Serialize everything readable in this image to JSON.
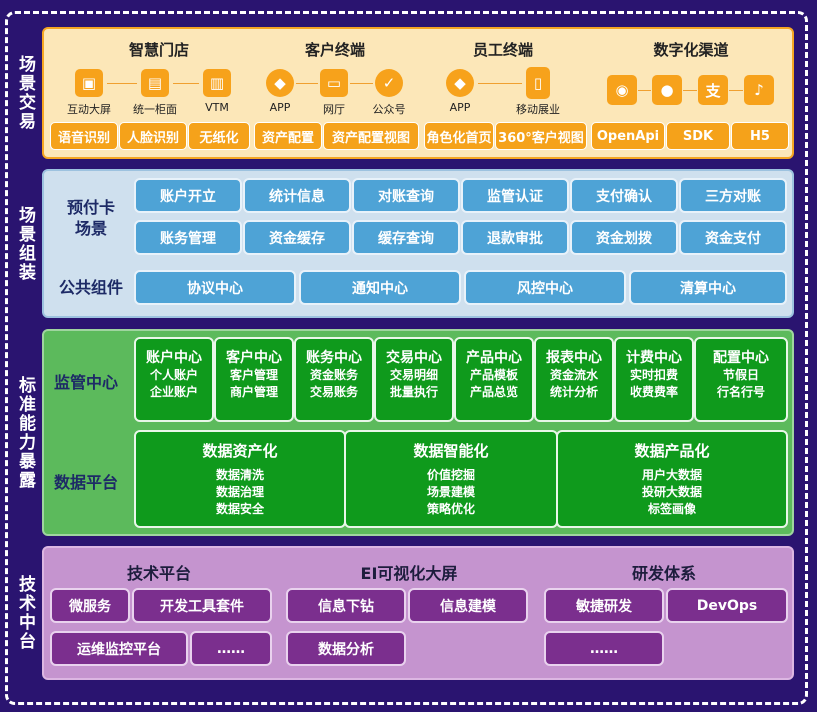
{
  "side_labels": {
    "s1": "场景交易",
    "s2": "场景组装",
    "s3": "标准能力暴露",
    "s4": "技术中台"
  },
  "s1": {
    "groups": [
      {
        "title": "智慧门店",
        "items": [
          {
            "icon": "screen-icon",
            "glyph": "▣",
            "label": "互动大屏"
          },
          {
            "icon": "counter-icon",
            "glyph": "▤",
            "label": "统一柜面"
          },
          {
            "icon": "vtm-icon",
            "glyph": "▥",
            "label": "VTM"
          }
        ]
      },
      {
        "title": "客户终端",
        "items": [
          {
            "icon": "cube-icon",
            "glyph": "◆",
            "label": "APP"
          },
          {
            "icon": "monitor-icon",
            "glyph": "▭",
            "label": "网厅"
          },
          {
            "icon": "badge-icon",
            "glyph": "✓",
            "label": "公众号"
          }
        ]
      },
      {
        "title": "员工终端",
        "items": [
          {
            "icon": "cube-icon",
            "glyph": "◆",
            "label": "APP"
          },
          {
            "icon": "mobile-icon",
            "glyph": "▯",
            "label": "移动展业"
          }
        ]
      },
      {
        "title": "数字化渠道",
        "items": [
          {
            "icon": "weibo-icon",
            "glyph": "◉",
            "label": ""
          },
          {
            "icon": "wechat-icon",
            "glyph": "●",
            "label": ""
          },
          {
            "icon": "alipay-icon",
            "glyph": "支",
            "label": ""
          },
          {
            "icon": "tiktok-icon",
            "glyph": "♪",
            "label": ""
          }
        ]
      }
    ],
    "buttons": [
      "语音识别",
      "人脸识别",
      "无纸化",
      "资产配置",
      "资产配置视图",
      "角色化首页",
      "360°客户视图",
      "OpenApi",
      "SDK",
      "H5"
    ]
  },
  "s2": {
    "prepaid_label": "预付卡\n场景",
    "row1": [
      "账户开立",
      "统计信息",
      "对账查询",
      "监管认证",
      "支付确认",
      "三方对账"
    ],
    "row2": [
      "账务管理",
      "资金缓存",
      "缓存查询",
      "退款审批",
      "资金划拨",
      "资金支付"
    ],
    "common_label": "公共组件",
    "row3": [
      "协议中心",
      "通知中心",
      "风控中心",
      "清算中心"
    ]
  },
  "s3": {
    "reg_label": "监管中心",
    "centers": [
      {
        "title": "账户中心",
        "lines": [
          "个人账户",
          "企业账户"
        ]
      },
      {
        "title": "客户中心",
        "lines": [
          "客户管理",
          "商户管理"
        ]
      },
      {
        "title": "账务中心",
        "lines": [
          "资金账务",
          "交易账务"
        ]
      },
      {
        "title": "交易中心",
        "lines": [
          "交易明细",
          "批量执行"
        ]
      },
      {
        "title": "产品中心",
        "lines": [
          "产品模板",
          "产品总览"
        ]
      },
      {
        "title": "报表中心",
        "lines": [
          "资金流水",
          "统计分析"
        ]
      },
      {
        "title": "计费中心",
        "lines": [
          "实时扣费",
          "收费费率"
        ]
      },
      {
        "title": "配置中心",
        "lines": [
          "节假日",
          "行名行号"
        ]
      }
    ],
    "data_label": "数据平台",
    "data": [
      {
        "title": "数据资产化",
        "lines": [
          "数据清洗",
          "数据治理",
          "数据安全"
        ]
      },
      {
        "title": "数据智能化",
        "lines": [
          "价值挖掘",
          "场景建模",
          "策略优化"
        ]
      },
      {
        "title": "数据产品化",
        "lines": [
          "用户大数据",
          "投研大数据",
          "标签画像"
        ]
      }
    ]
  },
  "s4": {
    "groups": [
      {
        "title": "技术平台",
        "items": [
          "微服务",
          "开发工具套件",
          "运维监控平台",
          "……"
        ]
      },
      {
        "title": "EI可视化大屏",
        "items": [
          "信息下钻",
          "信息建模",
          "数据分析"
        ]
      },
      {
        "title": "研发体系",
        "items": [
          "敏捷研发",
          "DevOps",
          "……"
        ]
      }
    ]
  },
  "colors": {
    "bg": "#2a1470",
    "orange": "#f5a21a",
    "blue": "#4ea3d6",
    "green": "#0f9a1c",
    "purple": "#7b2f8e"
  }
}
